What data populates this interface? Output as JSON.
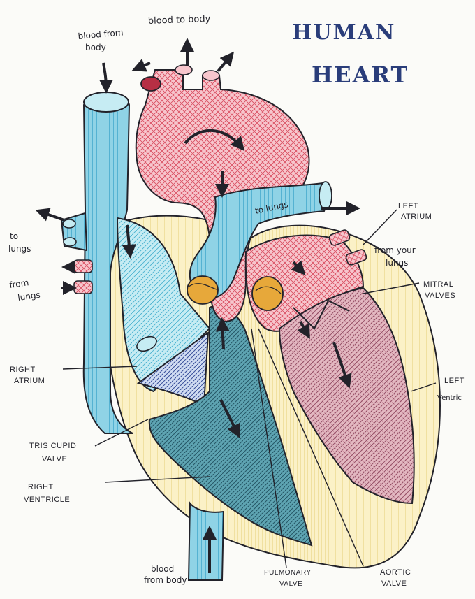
{
  "title": {
    "line1": "HUMAN",
    "line2": "HEART"
  },
  "labels": {
    "blood_to_body": "blood to body",
    "blood_from_body_top_1": "blood from",
    "blood_from_body_top_2": "body",
    "to_lungs_left_1": "to",
    "to_lungs_left_2": "lungs",
    "from_lungs_left_1": "from",
    "from_lungs_left_2": "lungs",
    "to_lungs_center": "to lungs",
    "left_atrium_1": "LEFT",
    "left_atrium_2": "ATRIUM",
    "from_your_lungs_1": "from your",
    "from_your_lungs_2": "lungs",
    "mitral_valves_1": "MITRAL",
    "mitral_valves_2": "VALVES",
    "right_atrium_1": "RIGHT",
    "right_atrium_2": "ATRIUM",
    "left_ventricle_1": "LEFT",
    "left_ventricle_2": "Ventric",
    "tricuspid_valve_1": "TRIS CUPID",
    "tricuspid_valve_2": "VALVE",
    "right_ventricle_1": "RIGHT",
    "right_ventricle_2": "VENTRICLE",
    "blood_from_body_bottom_1": "blood",
    "blood_from_body_bottom_2": "from body",
    "pulmonary_valve_1": "PULMONARY",
    "pulmonary_valve_2": "VALVE",
    "aortic_valve_1": "AORTIC",
    "aortic_valve_2": "VALVE"
  },
  "colors": {
    "vein_blue": "#4cb7d6",
    "vein_blue_dark": "#2c86a8",
    "aorta_red": "#f2a9b4",
    "aorta_stroke": "#d24456",
    "muscle_yellow": "#f6e7a9",
    "left_chamber": "#d7a4b0",
    "right_ventricle": "#4c95a6",
    "valve_orange": "#e7a83a",
    "ink": "#22222a",
    "title_ink": "#2a3d7a"
  }
}
